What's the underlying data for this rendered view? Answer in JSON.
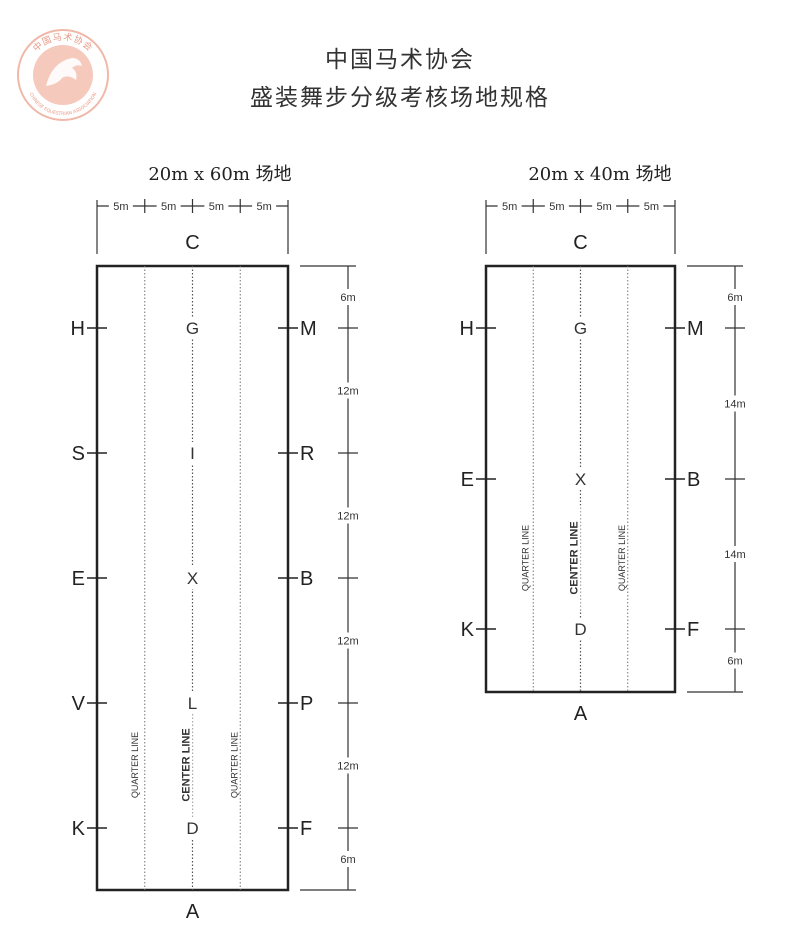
{
  "header": {
    "line1": "中国马术协会",
    "line2": "盛装舞步分级考核场地规格"
  },
  "logo": {
    "text_top": "中国马术协会",
    "text_bottom": "CHINESE EQUESTRIAN ASSOCIATION",
    "color": "#e89a86"
  },
  "arena_60": {
    "title": "20m x 60m 场地",
    "top_letter": "C",
    "bottom_letter": "A",
    "left_letters": [
      "H",
      "S",
      "E",
      "V",
      "K"
    ],
    "right_letters": [
      "M",
      "R",
      "B",
      "P",
      "F"
    ],
    "center_letters": [
      "G",
      "I",
      "X",
      "L",
      "D"
    ],
    "width_segments": [
      "5m",
      "5m",
      "5m",
      "5m"
    ],
    "length_segments": [
      "6m",
      "12m",
      "12m",
      "12m",
      "12m",
      "6m"
    ],
    "quarter_line_label": "QUARTER LINE",
    "center_line_label": "CENTER LINE"
  },
  "arena_40": {
    "title": "20m x 40m 场地",
    "top_letter": "C",
    "bottom_letter": "A",
    "left_letters": [
      "H",
      "E",
      "K"
    ],
    "right_letters": [
      "M",
      "B",
      "F"
    ],
    "center_letters": [
      "G",
      "X",
      "D"
    ],
    "width_segments": [
      "5m",
      "5m",
      "5m",
      "5m"
    ],
    "length_segments": [
      "6m",
      "14m",
      "14m",
      "6m"
    ],
    "quarter_line_label": "QUARTER LINE",
    "center_line_label": "CENTER LINE"
  }
}
